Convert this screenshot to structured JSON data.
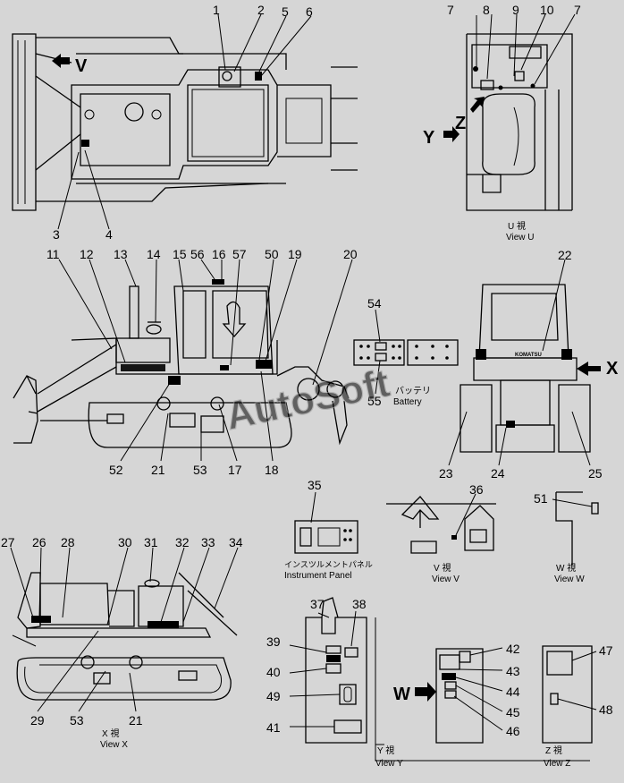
{
  "callouts": {
    "top": [
      "1",
      "2",
      "5",
      "6",
      "3",
      "4"
    ],
    "view_u": [
      "7",
      "8",
      "9",
      "10",
      "7"
    ],
    "side": [
      "11",
      "12",
      "13",
      "14",
      "15",
      "56",
      "16",
      "57",
      "50",
      "19",
      "20",
      "52",
      "21",
      "53",
      "17",
      "18"
    ],
    "parts": [
      "54",
      "55",
      "22",
      "23",
      "24",
      "25"
    ],
    "panel": [
      "35",
      "36",
      "51"
    ],
    "view_x": [
      "27",
      "26",
      "28",
      "30",
      "31",
      "32",
      "33",
      "34",
      "29",
      "53",
      "21"
    ],
    "view_y": [
      "37",
      "38",
      "39",
      "40",
      "49",
      "41"
    ],
    "view_z_panel": [
      "42",
      "43",
      "44",
      "45",
      "46",
      "47",
      "48"
    ]
  },
  "arrows": {
    "v": "V",
    "y": "Y",
    "z": "Z",
    "x": "X",
    "w": "W"
  },
  "captions": {
    "view_u_jp": "U 視",
    "view_u_en": "View U",
    "battery_jp": "バッテリ",
    "battery_en": "Battery",
    "instrument_jp": "インスツルメントパネル",
    "instrument_en": "Instrument Panel",
    "view_v_jp": "V 視",
    "view_v_en": "View V",
    "view_w_jp": "W 視",
    "view_w_en": "View W",
    "view_x_jp": "X 視",
    "view_x_en": "View X",
    "view_y_jp": "Y 視",
    "view_y_en": "View Y",
    "view_z_jp": "Z 視",
    "view_z_en": "View Z"
  },
  "watermark": "AutoSoft",
  "plate_text": "KOMATSU"
}
